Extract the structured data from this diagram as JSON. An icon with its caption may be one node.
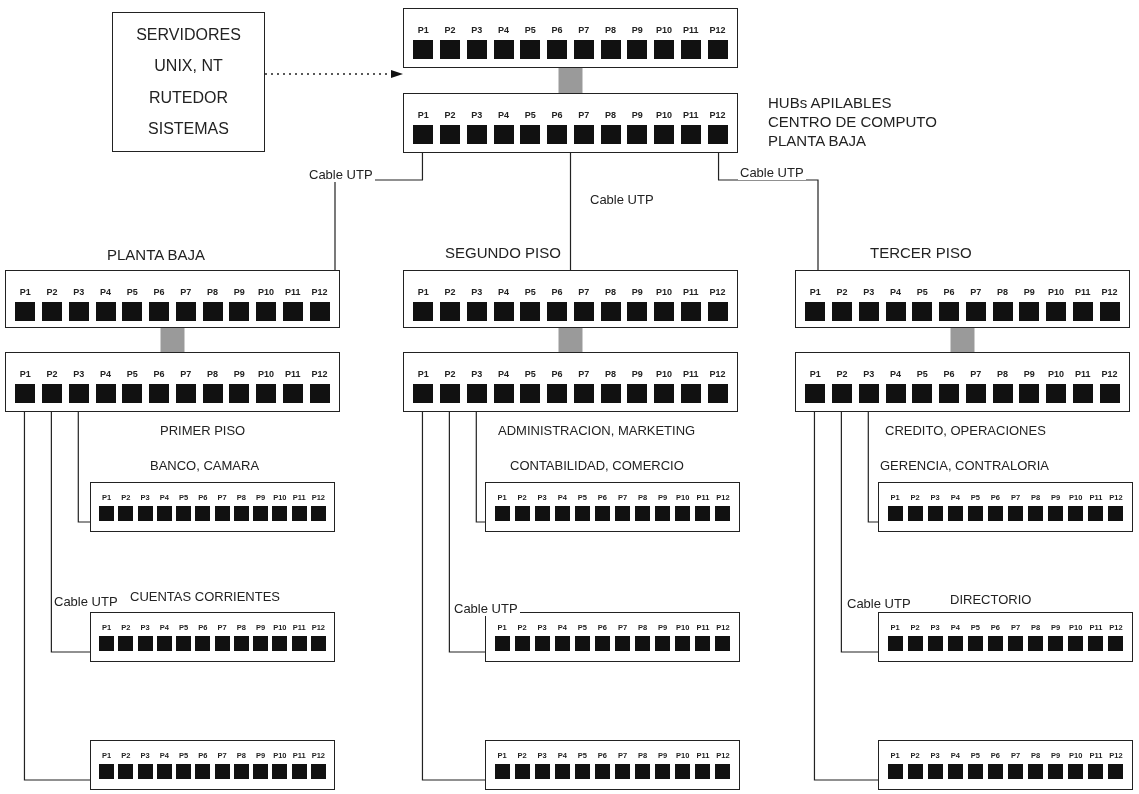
{
  "diagram": {
    "nodes": [
      {
        "text": [
          "SERVIDORES",
          "UNIX, NT",
          "RUTEDOR",
          "SISTEMAS"
        ]
      },
      {
        "text": [
          "P1",
          "P2",
          "P3",
          "P4",
          "P5",
          "P6",
          "P7",
          "P8",
          "P9",
          "P10",
          "P11",
          "P12"
        ]
      },
      {
        "text": [
          "P1",
          "P2",
          "P3",
          "P4",
          "P5",
          "P6",
          "P7",
          "P8",
          "P9",
          "P10",
          "P11",
          "P12"
        ]
      },
      {
        "text": [
          "P1",
          "P2",
          "P3",
          "P4",
          "P5",
          "P6",
          "P7",
          "P8",
          "P9",
          "P10",
          "P11",
          "P12"
        ]
      },
      {
        "text": [
          "P1",
          "P2",
          "P3",
          "P4",
          "P5",
          "P6",
          "P7",
          "P8",
          "P9",
          "P10",
          "P11",
          "P12"
        ]
      },
      {
        "text": [
          "P1",
          "P2",
          "P3",
          "P4",
          "P5",
          "P6",
          "P7",
          "P8",
          "P9",
          "P10",
          "P11",
          "P12"
        ]
      },
      {
        "text": [
          "P1",
          "P2",
          "P3",
          "P4",
          "P5",
          "P6",
          "P7",
          "P8",
          "P9",
          "P10",
          "P11",
          "P12"
        ]
      },
      {
        "text": [
          "P1",
          "P2",
          "P3",
          "P4",
          "P5",
          "P6",
          "P7",
          "P8",
          "P9",
          "P10",
          "P11",
          "P12"
        ]
      },
      {
        "text": [
          "P1",
          "P2",
          "P3",
          "P4",
          "P5",
          "P6",
          "P7",
          "P8",
          "P9",
          "P10",
          "P11",
          "P12"
        ]
      },
      {
        "text": [
          "P1",
          "P2",
          "P3",
          "P4",
          "P5",
          "P6",
          "P7",
          "P8",
          "P9",
          "P10",
          "P11",
          "P12"
        ]
      },
      {
        "text": [
          "P1",
          "P2",
          "P3",
          "P4",
          "P5",
          "P6",
          "P7",
          "P8",
          "P9",
          "P10",
          "P11",
          "P12"
        ]
      },
      {
        "text": [
          "P1",
          "P2",
          "P3",
          "P4",
          "P5",
          "P6",
          "P7",
          "P8",
          "P9",
          "P10",
          "P11",
          "P12"
        ]
      },
      {
        "text": [
          "P1",
          "P2",
          "P3",
          "P4",
          "P5",
          "P6",
          "P7",
          "P8",
          "P9",
          "P10",
          "P11",
          "P12"
        ]
      },
      {
        "text": [
          "P1",
          "P2",
          "P3",
          "P4",
          "P5",
          "P6",
          "P7",
          "P8",
          "P9",
          "P10",
          "P11",
          "P12"
        ]
      },
      {
        "text": [
          "P1",
          "P2",
          "P3",
          "P4",
          "P5",
          "P6",
          "P7",
          "P8",
          "P9",
          "P10",
          "P11",
          "P12"
        ]
      },
      {
        "text": [
          "P1",
          "P2",
          "P3",
          "P4",
          "P5",
          "P6",
          "P7",
          "P8",
          "P9",
          "P10",
          "P11",
          "P12"
        ]
      },
      {
        "text": [
          "P1",
          "P2",
          "P3",
          "P4",
          "P5",
          "P6",
          "P7",
          "P8",
          "P9",
          "P10",
          "P11",
          "P12"
        ]
      },
      {
        "text": [
          "P1",
          "P2",
          "P3",
          "P4",
          "P5",
          "P6",
          "P7",
          "P8",
          "P9",
          "P10",
          "P11",
          "P12"
        ]
      }
    ],
    "edges": [
      {
        "from": 0,
        "to": 1,
        "arrow": "to",
        "style": "dashed"
      },
      {
        "from": 1,
        "to": 2,
        "arrow": "none",
        "style": "thick",
        "color": "#9a9a9a"
      },
      {
        "from": 2,
        "to": 3,
        "arrow": "none",
        "label": "Cable UTP"
      },
      {
        "from": 2,
        "to": 8,
        "arrow": "none",
        "label": "Cable UTP"
      },
      {
        "from": 2,
        "to": 13,
        "arrow": "none",
        "label": "Cable UTP"
      },
      {
        "from": 3,
        "to": 4,
        "arrow": "none",
        "style": "thick",
        "color": "#9a9a9a"
      },
      {
        "from": 4,
        "to": 5,
        "arrow": "none"
      },
      {
        "from": 4,
        "to": 6,
        "arrow": "none",
        "label": "Cable UTP"
      },
      {
        "from": 4,
        "to": 7,
        "arrow": "none"
      },
      {
        "from": 8,
        "to": 9,
        "arrow": "none",
        "style": "thick",
        "color": "#9a9a9a"
      },
      {
        "from": 9,
        "to": 10,
        "arrow": "none"
      },
      {
        "from": 9,
        "to": 11,
        "arrow": "none",
        "label": "Cable UTP"
      },
      {
        "from": 9,
        "to": 12,
        "arrow": "none"
      },
      {
        "from": 13,
        "to": 14,
        "arrow": "none",
        "style": "thick",
        "color": "#9a9a9a"
      },
      {
        "from": 14,
        "to": 15,
        "arrow": "none"
      },
      {
        "from": 14,
        "to": 16,
        "arrow": "none",
        "label": "Cable UTP"
      },
      {
        "from": 14,
        "to": 17,
        "arrow": "none"
      }
    ],
    "labels": [
      "HUBs APILABLES",
      "CENTRO DE COMPUTO",
      "PLANTA BAJA",
      "PLANTA BAJA",
      "SEGUNDO PISO",
      "TERCER PISO",
      "PRIMER PISO",
      "BANCO, CAMARA",
      "CUENTAS CORRIENTES",
      "ADMINISTRACION, MARKETING",
      "CONTABILIDAD, COMERCIO",
      "CREDITO, OPERACIONES",
      "GERENCIA, CONTRALORIA",
      "DIRECTORIO"
    ]
  }
}
